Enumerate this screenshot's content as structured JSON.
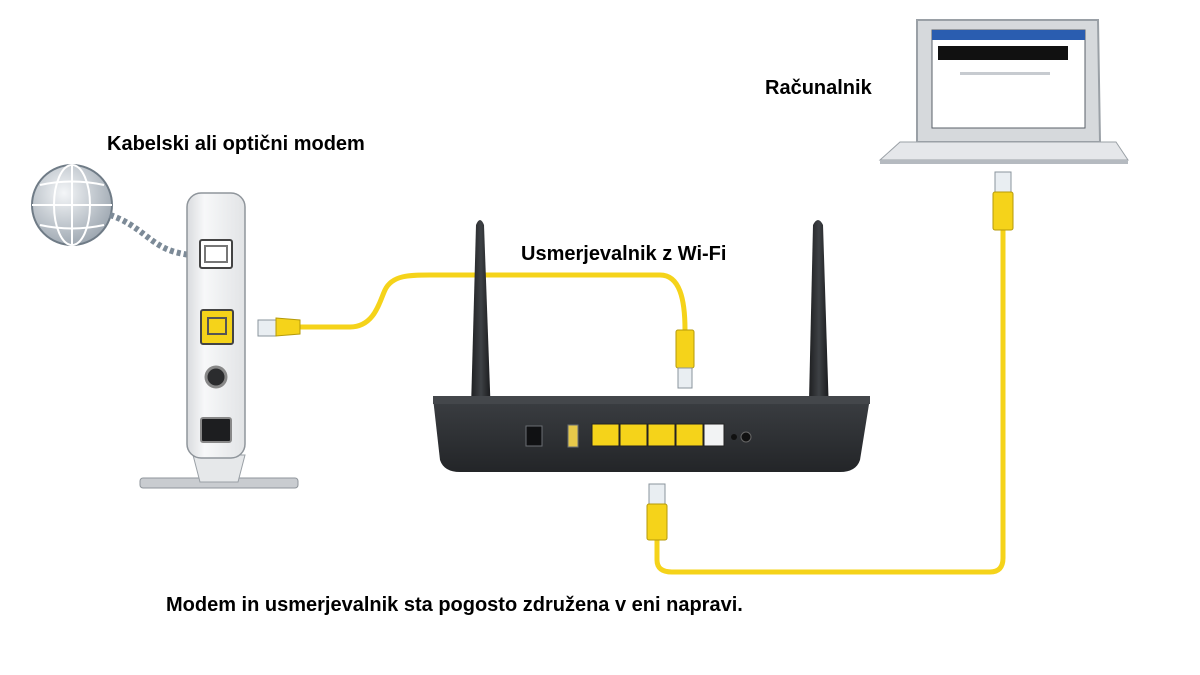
{
  "labels": {
    "modem": "Kabelski ali optični modem",
    "router": "Usmerjevalnik z Wi-Fi",
    "computer": "Računalnik",
    "note": "Modem in usmerjevalnik sta pogosto združena v eni napravi."
  },
  "icons": {
    "internet": "globe-icon",
    "modem": "modem-device",
    "router": "router-device",
    "computer": "laptop-icon"
  },
  "colors": {
    "ethernet_cable": "#f5d31a",
    "router_body": "#2f3235",
    "modem_body": "#f1f2f3"
  }
}
